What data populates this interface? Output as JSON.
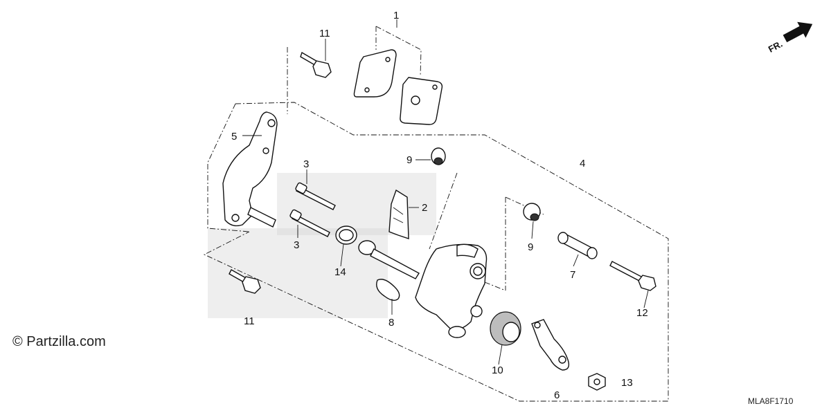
{
  "watermark": "© Partzilla.com",
  "diagram_code": "MLA8F1710",
  "direction_label": "FR.",
  "callouts": [
    "1",
    "2",
    "3",
    "3",
    "4",
    "5",
    "6",
    "7",
    "8",
    "9",
    "9",
    "10",
    "11",
    "11",
    "12",
    "13",
    "14"
  ]
}
